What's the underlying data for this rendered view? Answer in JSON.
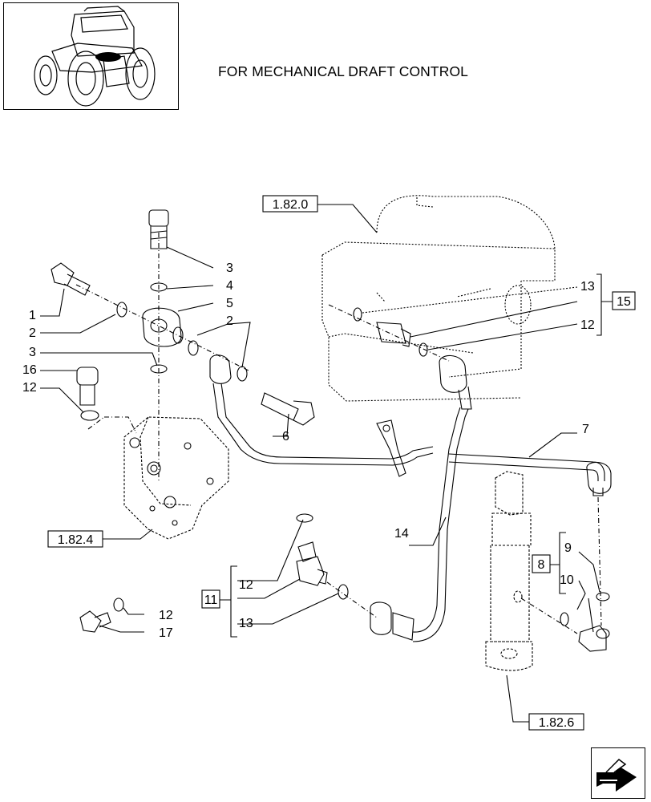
{
  "header": {
    "title": "FOR MECHANICAL DRAFT CONTROL"
  },
  "refs": {
    "r1820": "1.82.0",
    "r1824": "1.82.4",
    "r1826": "1.82.6"
  },
  "boxed_callouts": {
    "b15": "15",
    "b11": "11",
    "b8": "8"
  },
  "callouts": {
    "c1": "1",
    "c2a": "2",
    "c2b": "2",
    "c3a": "3",
    "c3b": "3",
    "c4": "4",
    "c5": "5",
    "c6": "6",
    "c7": "7",
    "c9": "9",
    "c10": "10",
    "c12a": "12",
    "c12b": "12",
    "c12c": "12",
    "c12d": "12",
    "c13a": "13",
    "c13b": "13",
    "c14": "14",
    "c16": "16",
    "c17": "17"
  },
  "icons": {
    "thumbnail": "tractor-thumbnail-icon",
    "navigation": "next-page-arrow-icon"
  }
}
